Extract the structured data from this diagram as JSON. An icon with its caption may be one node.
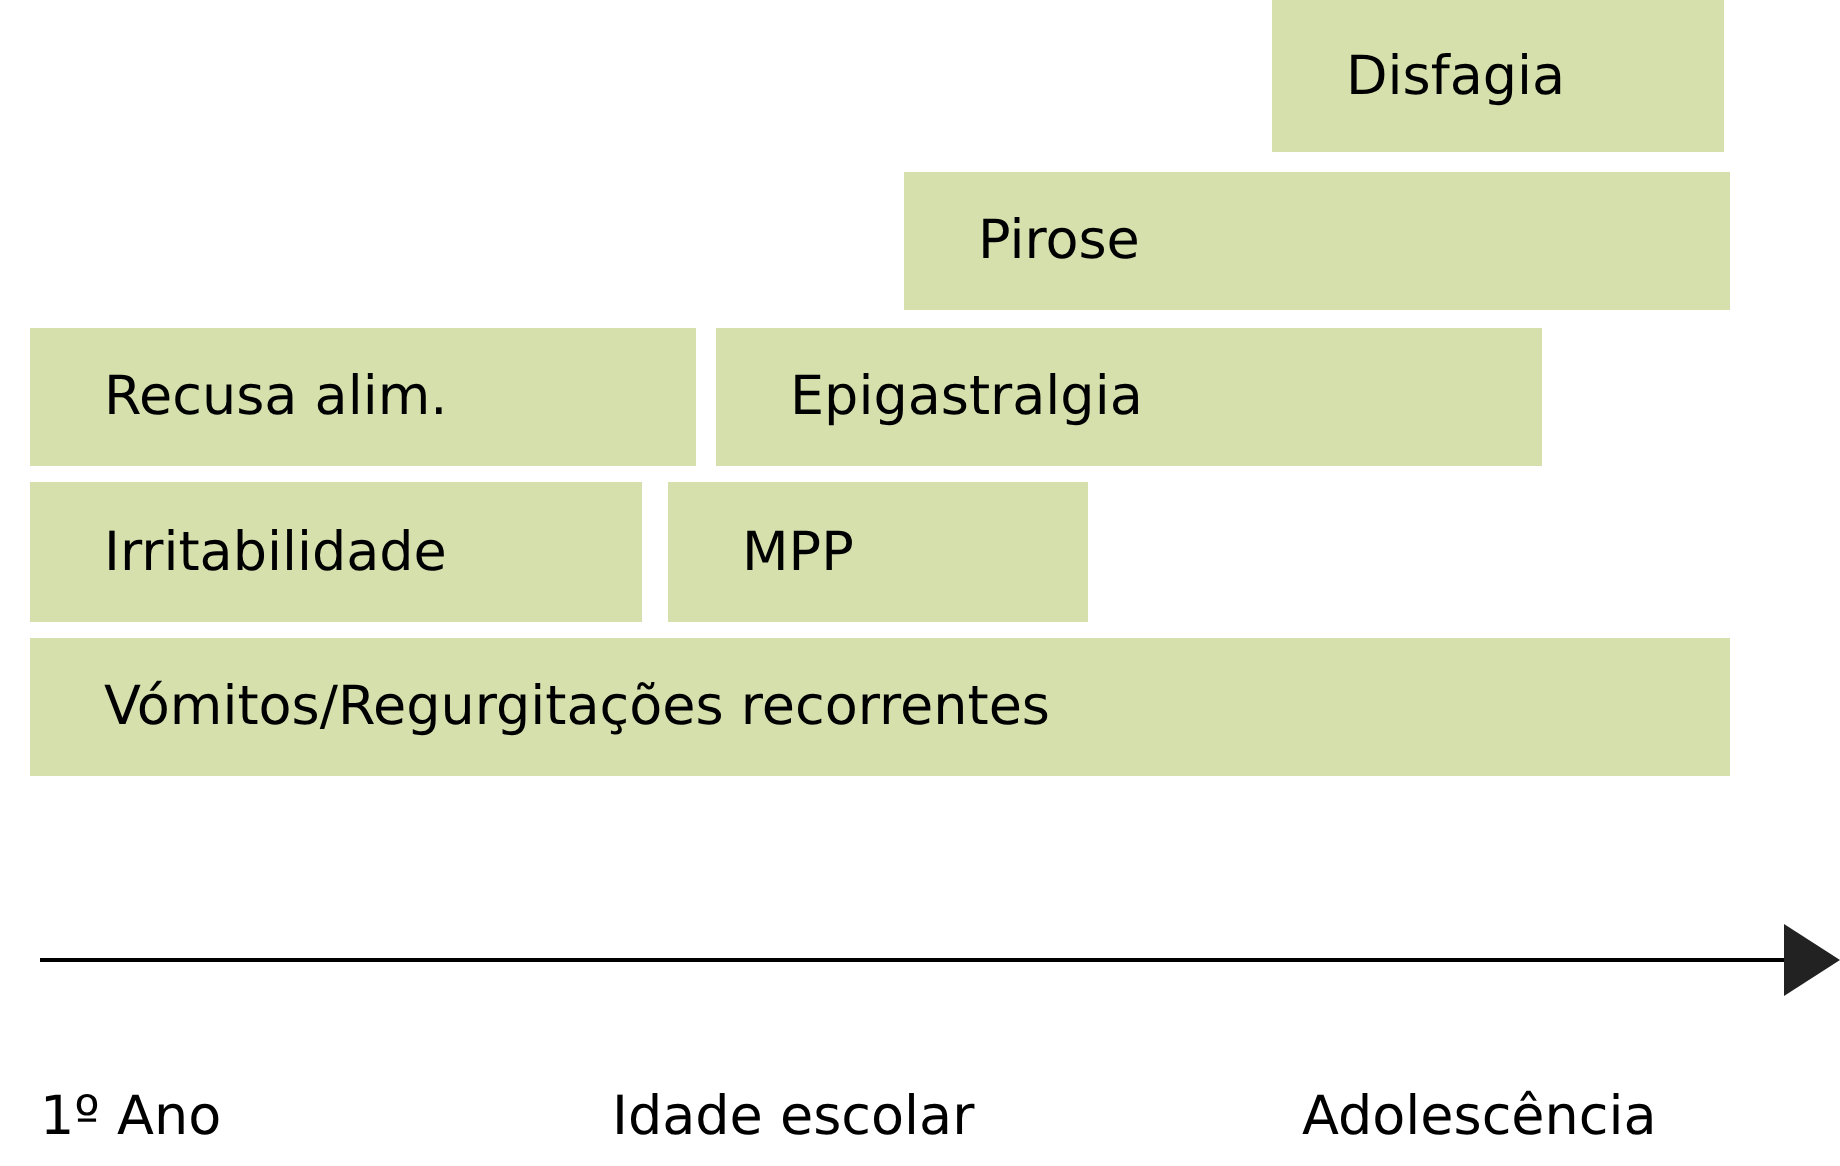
{
  "diagram": {
    "nodes": [
      {
        "text": [
          "Disfagia"
        ]
      },
      {
        "text": [
          "Pirose"
        ]
      },
      {
        "text": [
          "Recusa alim."
        ]
      },
      {
        "text": [
          "Epigastralgia"
        ]
      },
      {
        "text": [
          "Irritabilidade"
        ]
      },
      {
        "text": [
          "MPP"
        ]
      },
      {
        "text": [
          "Vómitos/Regurgitações recorrentes"
        ]
      }
    ],
    "edges": [],
    "labels": [
      "1º Ano",
      "Idade escolar",
      "Adolescência"
    ]
  }
}
